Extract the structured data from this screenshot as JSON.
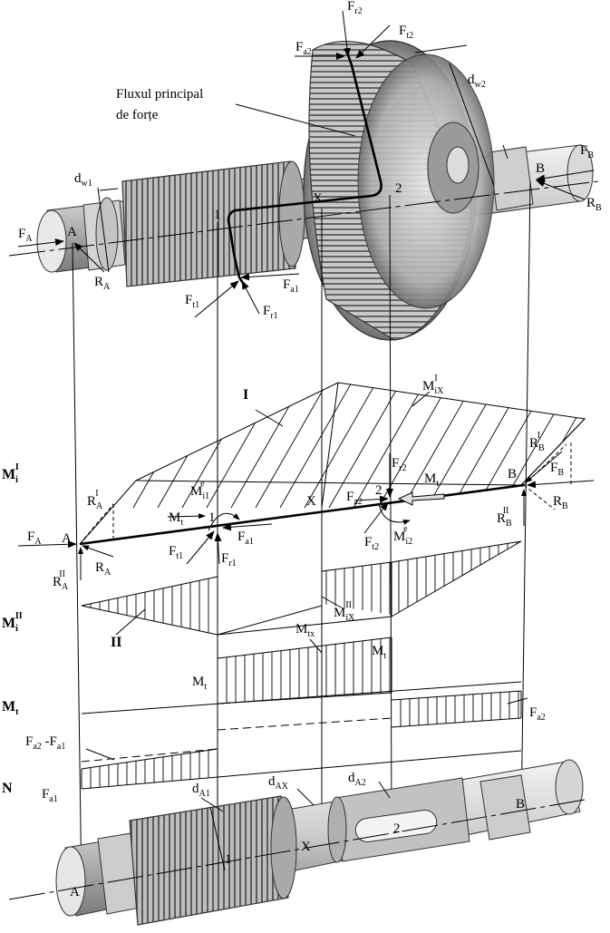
{
  "colors": {
    "shaft_light": "#e6e6e6",
    "shaft_mid": "#bdbdbd",
    "shaft_dark": "#7d7d7d",
    "gear_dark": "#5a5a5a",
    "ink": "#000000"
  },
  "title_block": {
    "line1": "Fluxul principal",
    "line2": "de forțe"
  },
  "top_assembly": {
    "F_A": "F",
    "F_A_sub": "A",
    "A": "A",
    "R_A": "R",
    "R_A_sub": "A",
    "d_w1": "d",
    "d_w1_sub": "w1",
    "point1": "1",
    "X": "X",
    "point2": "2",
    "B": "B",
    "F_B": "F",
    "F_B_sub": "B",
    "R_B": "R",
    "R_B_sub": "B",
    "F_t1": "F",
    "F_t1_sub": "t1",
    "F_a1": "F",
    "F_a1_sub": "a1",
    "F_r1": "F",
    "F_r1_sub": "r1",
    "F_r2": "F",
    "F_r2_sub": "r2",
    "F_t2": "F",
    "F_t2_sub": "t2",
    "F_a2": "F",
    "F_a2_sub": "a2",
    "d_w2": "d",
    "d_w2_sub": "w2"
  },
  "middle_diagram": {
    "M_iX_I": "M",
    "M_iX_I_sub": "iX",
    "M_iX_I_sup": "I",
    "roman_I": "I",
    "Mi_I": "M",
    "Mi_I_sub": "i",
    "Mi_I_sup": "I",
    "F_r2": "F",
    "F_r2_sub": "r2",
    "R_B_I": "R",
    "R_B_I_sub": "B",
    "R_B_I_sup": "I",
    "F_B": "F",
    "F_B_sub": "B",
    "B": "B",
    "R_B": "R",
    "R_B_sub": "B",
    "R_B_II": "R",
    "R_B_II_sub": "B",
    "R_B_II_sup": "II",
    "M_t_right": "M",
    "M_t_right_sub": "t",
    "point2": "2",
    "F_a2": "F",
    "F_a2_sub": "a2",
    "X": "X",
    "M_i1_e": "M",
    "M_i1_e_sub": "i1",
    "M_i1_e_sup": "e",
    "R_A_I": "R",
    "R_A_I_sub": "A",
    "R_A_I_sup": "I",
    "M_t_left": "M",
    "M_t_left_sub": "t",
    "point1": "1",
    "F_A": "F",
    "F_A_sub": "A",
    "A": "A",
    "F_a1": "F",
    "F_a1_sub": "a1",
    "R_A": "R",
    "R_A_sub": "A",
    "F_t1": "F",
    "F_t1_sub": "t1",
    "F_r1": "F",
    "F_r1_sub": "r1",
    "F_t2": "F",
    "F_t2_sub": "t2",
    "M_i2_e": "M",
    "M_i2_e_sub": "i2",
    "M_i2_e_sup": "e",
    "R_A_II": "R",
    "R_A_II_sub": "A",
    "R_A_II_sup": "II",
    "Mi_II": "M",
    "Mi_II_sub": "i",
    "Mi_II_sup": "II",
    "M_iX_II": "M",
    "M_iX_II_sub": "iX",
    "M_iX_II_sup": "II",
    "roman_II": "II",
    "M_tx": "M",
    "M_tx_sub": "tx",
    "M_t_a": "M",
    "M_t_a_sub": "t",
    "M_t_b": "M",
    "M_t_b_sub": "t",
    "Mt_row": "M",
    "Mt_row_sub": "t",
    "F_a2_row": "F",
    "F_a2_row_sub": "a2",
    "F_a2_minus_F_a1": "F",
    "F_a2_minus_F_a1_sub1": "a2",
    "F_a2_minus_F_a1_mid": " -F",
    "F_a2_minus_F_a1_sub2": "a1",
    "N_row": "N",
    "F_a1_row": "F",
    "F_a1_row_sub": "a1"
  },
  "bottom_shaft": {
    "d_A1": "d",
    "d_A1_sub": "A1",
    "d_AX": "d",
    "d_AX_sub": "AX",
    "d_A2": "d",
    "d_A2_sub": "A2",
    "point2": "2",
    "B": "B",
    "X": "X",
    "point1": "1",
    "A": "A"
  }
}
